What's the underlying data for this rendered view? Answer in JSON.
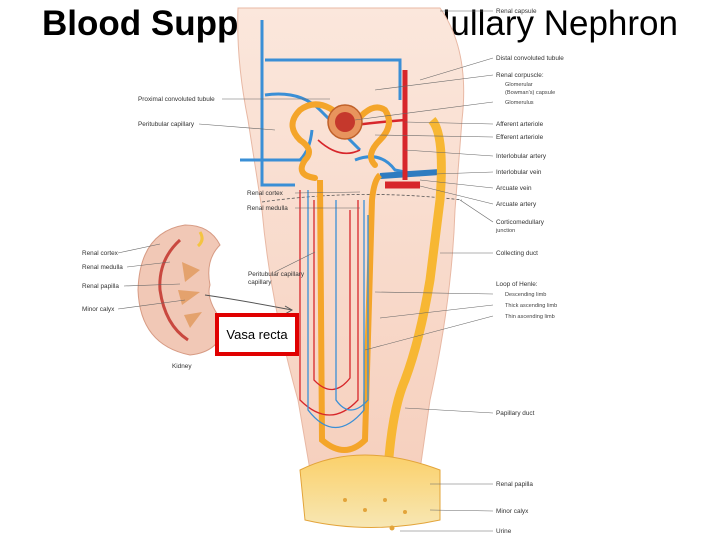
{
  "title": {
    "part1": "Blood Supply : ",
    "part2": "Juxtamedullary Nephron"
  },
  "highlight": {
    "label": "Vasa recta"
  },
  "labels": {
    "left": {
      "proximal_tubule": "Proximal convoluted tubule",
      "peritubular_capillary": "Peritubular capillary",
      "renal_cortex": "Renal cortex",
      "renal_medulla": "Renal medulla",
      "peritubular_capillary_2": "Peritubular capillary",
      "kidney_cortex": "Renal cortex",
      "kidney_medulla": "Renal medulla",
      "kidney_papilla": "Renal papilla",
      "minor_calyx": "Minor calyx",
      "kidney": "Kidney"
    },
    "right": {
      "renal_capsule": "Renal capsule",
      "distal_tubule": "Distal convoluted tubule",
      "renal_corpuscle": "Renal corpuscle:",
      "glomerular_capsule": "Glomerular",
      "glomerular_capsule_2": "(Bowman's) capsule",
      "glomerulus": "Glomerulus",
      "afferent": "Afferent arteriole",
      "efferent": "Efferent arteriole",
      "interlobular_artery": "Interlobular artery",
      "interlobular_vein": "Interlobular vein",
      "arcuate_vein": "Arcuate vein",
      "arcuate_artery": "Arcuate artery",
      "corticomedullary": "Corticomedullary",
      "corticomedullary_2": "junction",
      "collecting_duct": "Collecting duct",
      "loop": "Loop of Henle:",
      "descending": "Descending limb",
      "thick_ascending": "Thick ascending limb",
      "thin_ascending": "Thin ascending limb",
      "papillary_duct": "Papillary duct",
      "renal_papilla": "Renal papilla",
      "minor_calyx": "Minor calyx",
      "urine": "Urine"
    }
  }
}
